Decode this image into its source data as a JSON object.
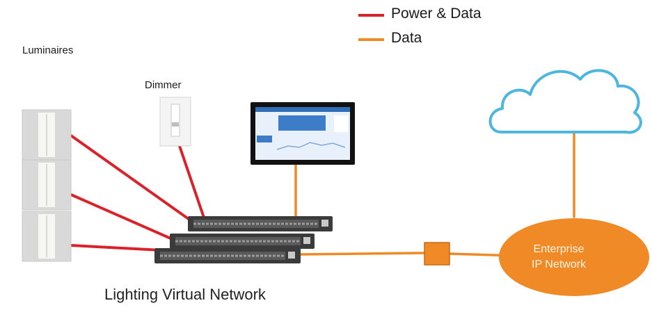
{
  "legend": {
    "power_data": {
      "label": "Power & Data",
      "color": "#d9232a"
    },
    "data": {
      "label": "Data",
      "color": "#ef8a26"
    }
  },
  "labels": {
    "luminaires": "Luminaires",
    "dimmer": "Dimmer",
    "enterprise_line1": "Enterprise",
    "enterprise_line2": "IP Network",
    "caption": "Lighting Virtual Network"
  },
  "colors": {
    "cloud_stroke": "#4db6df",
    "network_fill": "#ef8a26",
    "switch_body": "#3b3b3b",
    "monitor_screen": "#e8f1fb",
    "luminaire_panel": "#d9d9d9"
  },
  "icons": [
    "luminaire-icon",
    "dimmer-icon",
    "monitor-icon",
    "switch-icon",
    "cloud-icon",
    "connector-icon"
  ]
}
